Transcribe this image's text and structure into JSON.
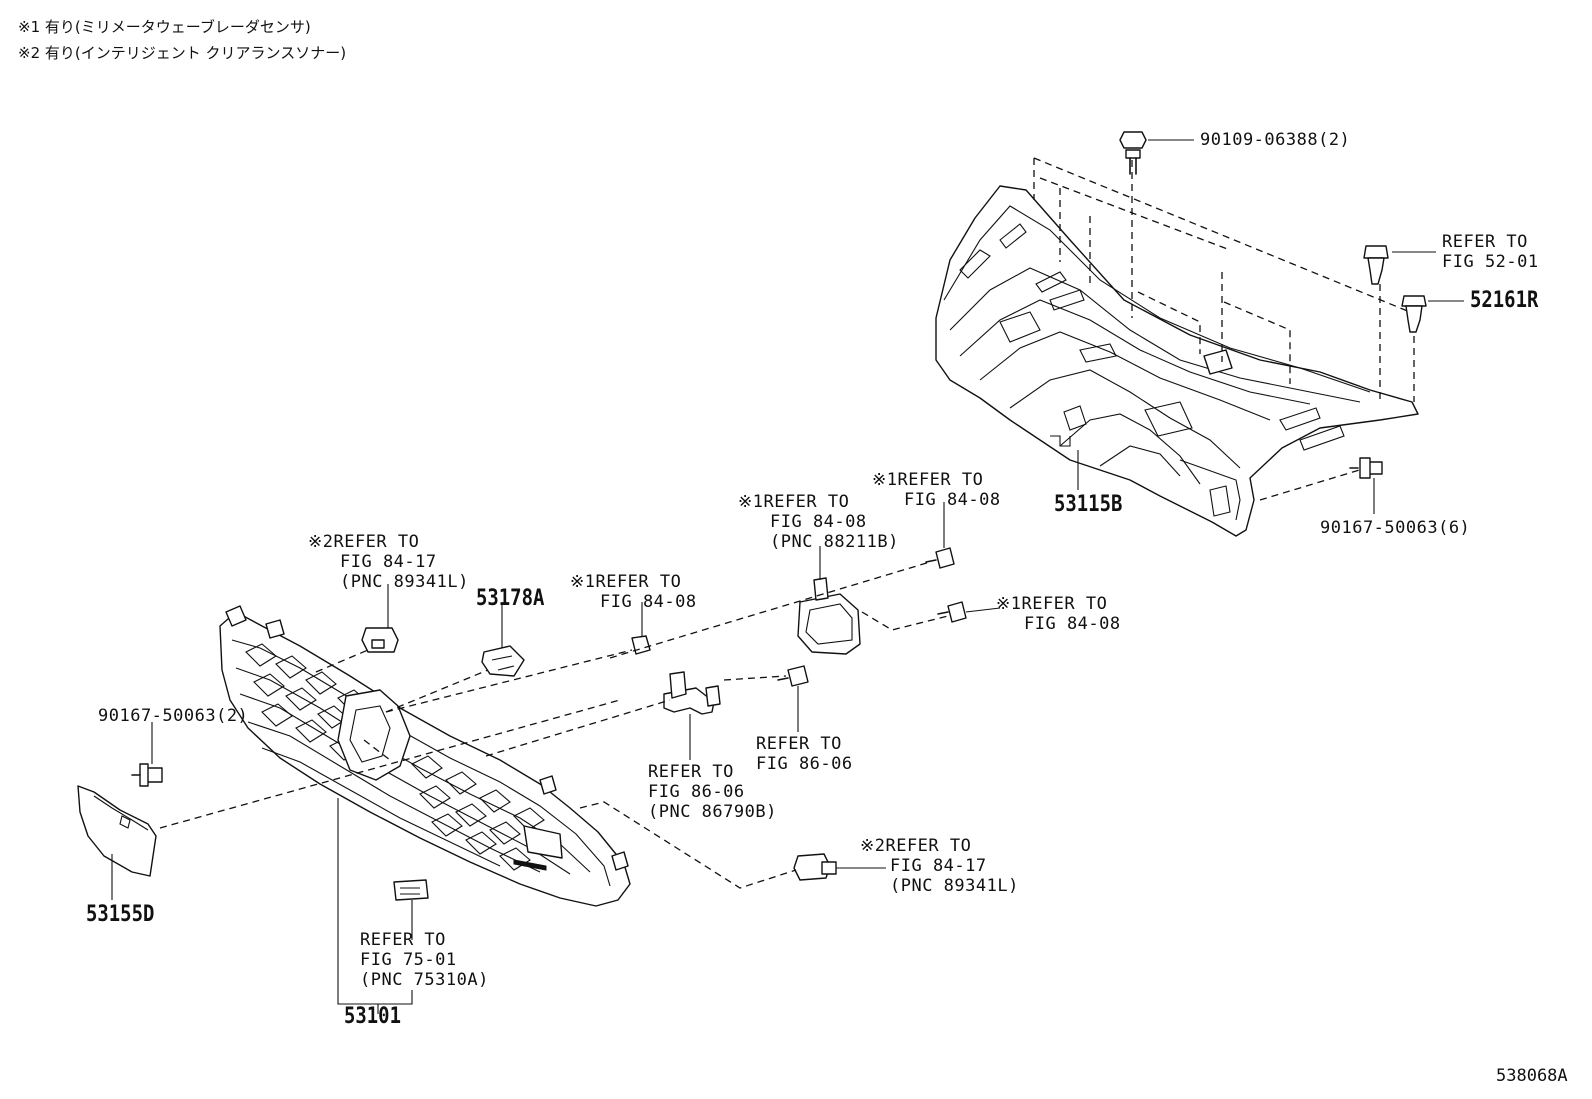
{
  "notes": [
    "※1 有り(ミリメータウェーブレーダセンサ)",
    "※2 有り(インテリジェント  クリアランスソナー)"
  ],
  "part_numbers": {
    "cover": "53115B",
    "clip_52161r": "52161R",
    "end_cover": "53155D",
    "bracket_53178a": "53178A",
    "grille": "53101"
  },
  "callouts": {
    "bolt_top": "90109-06388(2)",
    "screw_right": "90167-50063(6)",
    "screw_left": "90167-50063(2)",
    "refer_52_01": [
      "REFER TO",
      "FIG 52-01"
    ],
    "radar_bracket": [
      "※1REFER TO",
      "FIG 84-08",
      "(PNC 88211B)"
    ],
    "radar_bolt_upper": [
      "※1REFER TO",
      "FIG 84-08"
    ],
    "radar_bolt_lower": [
      "※1REFER TO",
      "FIG 84-08"
    ],
    "radar_nut": [
      "※1REFER TO",
      "FIG 84-08"
    ],
    "sonar_upper": [
      "※2REFER TO",
      "FIG 84-17",
      "(PNC 89341L)"
    ],
    "sonar_lower": [
      "※2REFER TO",
      "FIG 84-17",
      "(PNC 89341L)"
    ],
    "bracket_86_06": [
      "REFER TO",
      "FIG 86-06",
      "(PNC 86790B)"
    ],
    "bolt_86_06": [
      "REFER TO",
      "FIG 86-06"
    ],
    "emblem": [
      "REFER TO",
      "FIG 75-01",
      "(PNC 75310A)"
    ]
  },
  "figure_id": "538068A"
}
